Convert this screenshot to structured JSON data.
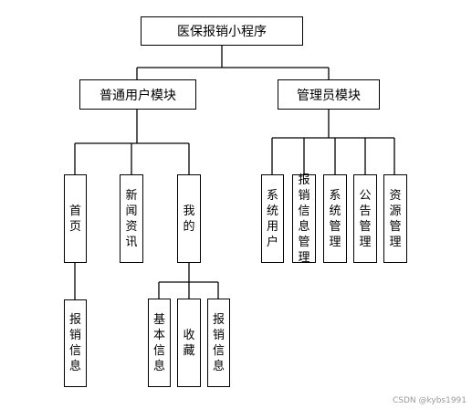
{
  "diagram": {
    "root": "医保报销小程序",
    "modules": [
      {
        "label": "普通用户模块",
        "children": [
          {
            "label": "首页",
            "children": [
              {
                "label": "报销信息"
              }
            ]
          },
          {
            "label": "新闻资讯"
          },
          {
            "label": "我的",
            "children": [
              {
                "label": "基本信息"
              },
              {
                "label": "收藏"
              },
              {
                "label": "报销信息"
              }
            ]
          }
        ]
      },
      {
        "label": "管理员模块",
        "children": [
          {
            "label": "系统用户"
          },
          {
            "label": "报销信息管理"
          },
          {
            "label": "系统管理"
          },
          {
            "label": "公告管理"
          },
          {
            "label": "资源管理"
          }
        ]
      }
    ]
  },
  "watermark": "CSDN @kybs1991"
}
